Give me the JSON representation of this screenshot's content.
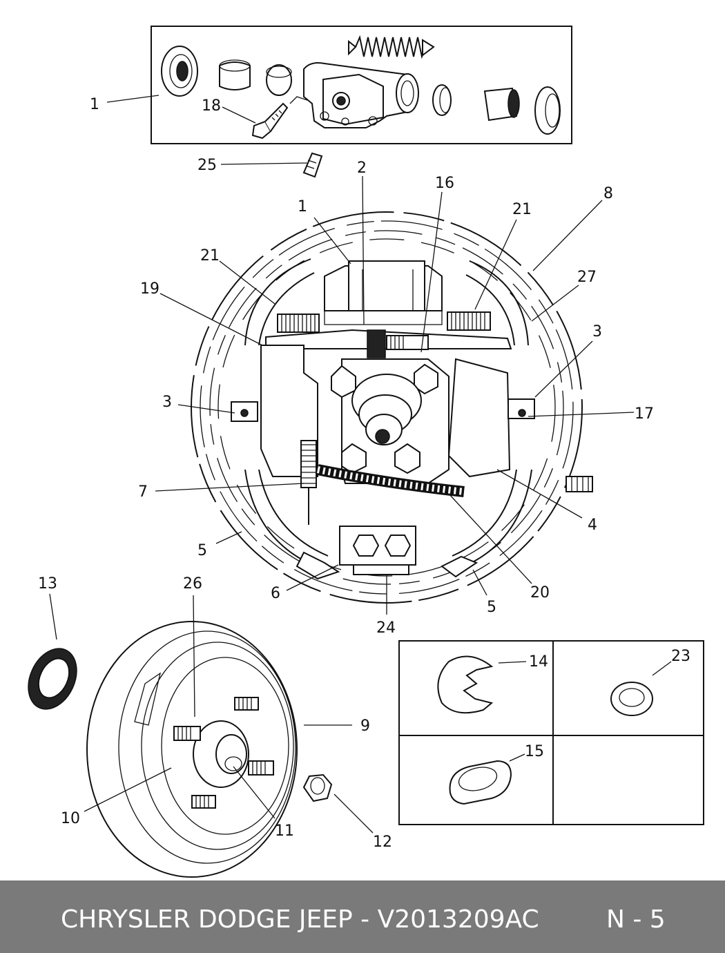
{
  "labels": {
    "top_1": "1",
    "top_18": "18",
    "top_25": "25",
    "l2": "2",
    "l16": "16",
    "l1": "1",
    "l21a": "21",
    "l8": "8",
    "l21b": "21",
    "l27": "27",
    "l19": "19",
    "l3a": "3",
    "l3b": "3",
    "l17": "17",
    "l7": "7",
    "l4": "4",
    "l5a": "5",
    "l20": "20",
    "l6": "6",
    "l5b": "5",
    "l24": "24",
    "l13": "13",
    "l26": "26",
    "l9": "9",
    "l10": "10",
    "l11": "11",
    "l12": "12",
    "l14": "14",
    "l23": "23",
    "l15": "15"
  },
  "footer": {
    "title": "CHRYSLER DODGE JEEP - V2013209AC",
    "page": "N - 5"
  },
  "colors": {
    "footer_bg": "#7a7a7a",
    "line": "#111111"
  }
}
